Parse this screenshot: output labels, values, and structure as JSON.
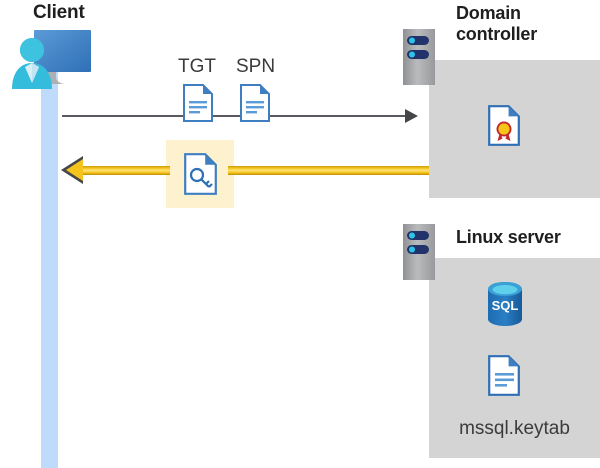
{
  "diagram": {
    "title_client": "Client",
    "title_domain_controller": "Domain\ncontroller",
    "title_linux_server": "Linux server",
    "labels": {
      "tgt": "TGT",
      "spn": "SPN",
      "keytab_file": "mssql.keytab"
    },
    "icons": {
      "client": "user-monitor-icon",
      "server_rack": "server-rack-icon",
      "tgt_document": "document-icon",
      "spn_document": "document-icon",
      "service_ticket": "document-key-icon",
      "certificate": "certificate-document-icon",
      "sql_database": "sql-database-icon",
      "keytab_document": "document-icon"
    },
    "arrows": {
      "request": {
        "name": "request-arrow",
        "direction": "right",
        "color": "#595a5e",
        "from": "client",
        "to": "domain-controller"
      },
      "response": {
        "name": "response-arrow",
        "direction": "left",
        "color": "#f4c41d",
        "from": "domain-controller",
        "to": "client"
      }
    },
    "colors": {
      "panel_gray": "#d4d4d4",
      "lifeline_blue": "#bfdbfb",
      "highlight_yellow": "#fdf2cd",
      "arrow_yellow": "#f4c41d",
      "arrow_gray": "#595a5e",
      "doc_blue": "#3f7fc1",
      "sql_blue": "#1c69b2",
      "rack_navy": "#22336b",
      "rack_dot_cyan": "#2ec4e8",
      "seal_gold": "#f5c518",
      "seal_red": "#c4262e",
      "title_text": "#1f1f1f"
    }
  }
}
